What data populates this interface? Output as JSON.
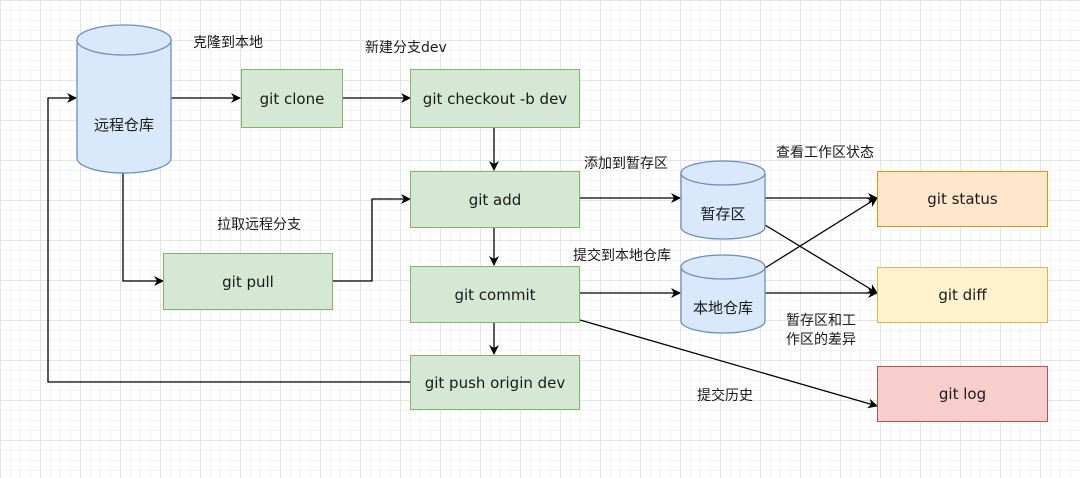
{
  "nodes": {
    "remote_repo": "远程仓库",
    "git_clone": "git clone",
    "git_checkout": "git checkout -b dev",
    "git_add": "git add",
    "git_pull": "git pull",
    "git_commit": "git commit",
    "git_push": "git push origin dev",
    "staging_area": "暂存区",
    "local_repo": "本地仓库",
    "git_status": "git status",
    "git_diff": "git diff",
    "git_log": "git log"
  },
  "labels": {
    "clone_to_local": "克隆到本地",
    "new_branch": "新建分支dev",
    "pull_remote_branch": "拉取远程分支",
    "add_to_staging": "添加到暂存区",
    "commit_to_local": "提交到本地仓库",
    "view_workspace_status": "查看工作区状态",
    "staging_workspace_diff_line1": "暂存区和工",
    "staging_workspace_diff_line2": "作区的差异",
    "commit_history": "提交历史"
  },
  "colors": {
    "green_fill": "#d5e8d4",
    "green_stroke": "#82b366",
    "blue_fill": "#dae8fc",
    "blue_stroke": "#6c8ebf",
    "orange_fill": "#ffe6cc",
    "yellow_fill": "#fff2cc",
    "red_fill": "#f8cecc"
  }
}
